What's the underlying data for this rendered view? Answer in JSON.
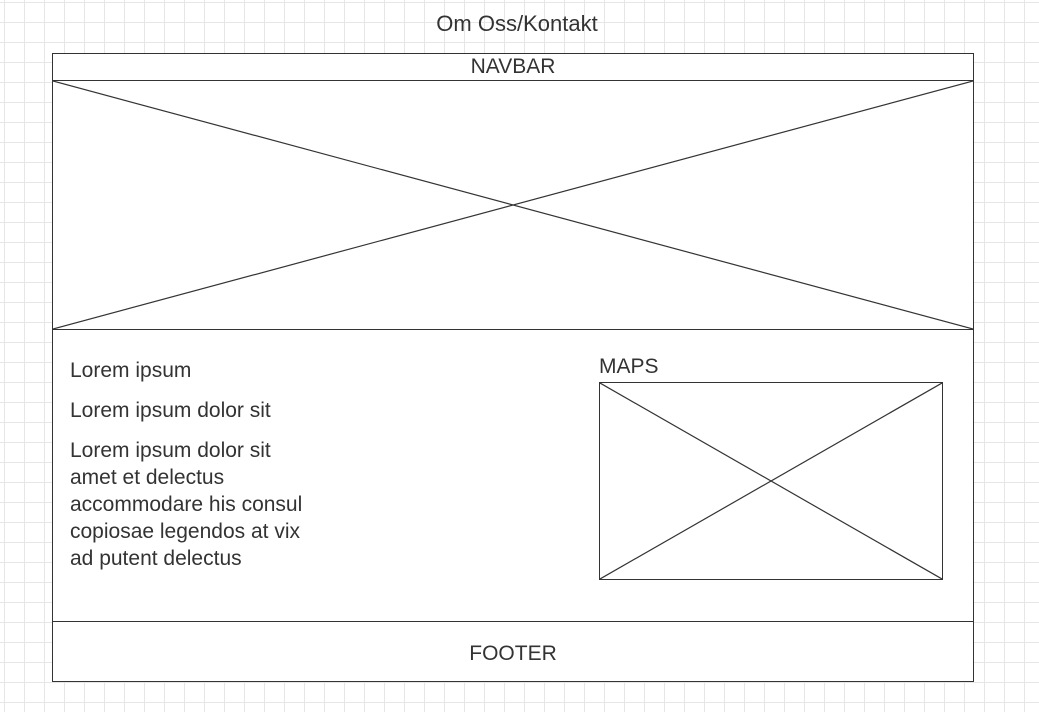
{
  "page": {
    "title": "Om Oss/Kontakt"
  },
  "navbar": {
    "label": "NAVBAR"
  },
  "content": {
    "heading": "Lorem ipsum",
    "subheading": "Lorem ipsum dolor sit",
    "body": "Lorem ipsum dolor sit\namet et delectus\naccommodare his consul\ncopiosae legendos at vix\nad putent delectus"
  },
  "map": {
    "label": "MAPS"
  },
  "footer": {
    "label": "FOOTER"
  },
  "colors": {
    "line": "#333333",
    "grid": "#e6e6e6",
    "background": "#ffffff"
  }
}
